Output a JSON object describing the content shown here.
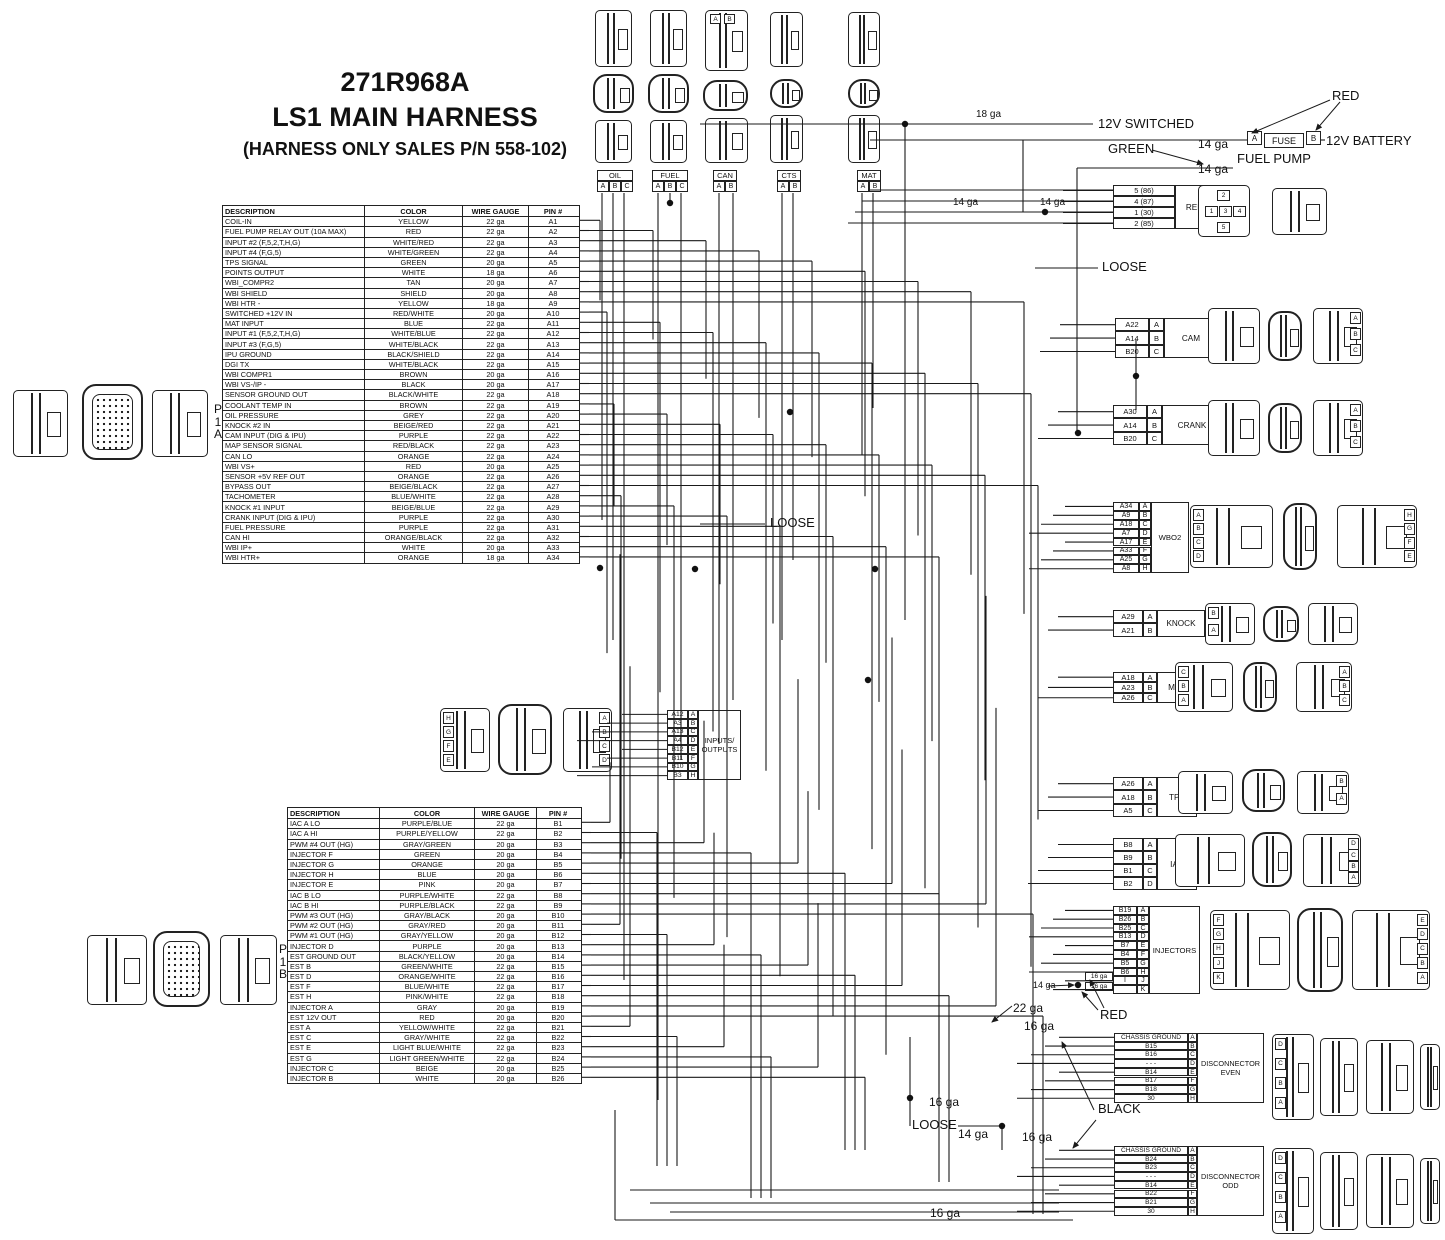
{
  "title": {
    "part_number": "271R968A",
    "name": "LS1 MAIN HARNESS",
    "subtitle": "(HARNESS ONLY SALES P/N 558-102)"
  },
  "labels": {
    "v12_switched": "12V SWITCHED",
    "v12_battery": "12V BATTERY",
    "fuel_pump": "FUEL PUMP",
    "loose": "LOOSE",
    "red": "RED",
    "green": "GREEN",
    "black": "BLACK",
    "fuse": "FUSE",
    "fuse_a": "A",
    "fuse_b": "B",
    "p1a": "P\n1\nA",
    "p1b": "P\n1\nB"
  },
  "gauges": {
    "g14": "14 ga",
    "g16": "16 ga",
    "g18": "18 ga",
    "g22": "22 ga"
  },
  "table_headers": [
    "DESCRIPTION",
    "COLOR",
    "WIRE GAUGE",
    "PIN #"
  ],
  "table_a": {
    "rows": [
      [
        "COIL-IN",
        "YELLOW",
        "22 ga",
        "A1"
      ],
      [
        "FUEL PUMP RELAY OUT (10A MAX)",
        "RED",
        "22 ga",
        "A2"
      ],
      [
        "INPUT #2 (F,5,2,T,H,G)",
        "WHITE/RED",
        "22 ga",
        "A3"
      ],
      [
        "INPUT #4 (F,G,5)",
        "WHITE/GREEN",
        "22 ga",
        "A4"
      ],
      [
        "TPS SIGNAL",
        "GREEN",
        "20 ga",
        "A5"
      ],
      [
        "POINTS OUTPUT",
        "WHITE",
        "18 ga",
        "A6"
      ],
      [
        "WBI_COMPR2",
        "TAN",
        "20 ga",
        "A7"
      ],
      [
        "WBI SHIELD",
        "SHIELD",
        "20 ga",
        "A8"
      ],
      [
        "WBI HTR -",
        "YELLOW",
        "18 ga",
        "A9"
      ],
      [
        "SWITCHED +12V IN",
        "RED/WHITE",
        "20 ga",
        "A10"
      ],
      [
        "MAT INPUT",
        "BLUE",
        "22 ga",
        "A11"
      ],
      [
        "INPUT #1 (F,5,2,T,H,G)",
        "WHITE/BLUE",
        "22 ga",
        "A12"
      ],
      [
        "INPUT #3 (F,G,5)",
        "WHITE/BLACK",
        "22 ga",
        "A13"
      ],
      [
        "IPU GROUND",
        "BLACK/SHIELD",
        "22 ga",
        "A14"
      ],
      [
        "DGI TX",
        "WHITE/BLACK",
        "22 ga",
        "A15"
      ],
      [
        "WBI COMPR1",
        "BROWN",
        "20 ga",
        "A16"
      ],
      [
        "WBI VS-/IP -",
        "BLACK",
        "20 ga",
        "A17"
      ],
      [
        "SENSOR GROUND OUT",
        "BLACK/WHITE",
        "22 ga",
        "A18"
      ],
      [
        "COOLANT TEMP IN",
        "BROWN",
        "22 ga",
        "A19"
      ],
      [
        "OIL PRESSURE",
        "GREY",
        "22 ga",
        "A20"
      ],
      [
        "KNOCK #2 IN",
        "BEIGE/RED",
        "22 ga",
        "A21"
      ],
      [
        "CAM INPUT (DIG & IPU)",
        "PURPLE",
        "22 ga",
        "A22"
      ],
      [
        "MAP SENSOR SIGNAL",
        "RED/BLACK",
        "22 ga",
        "A23"
      ],
      [
        "CAN LO",
        "ORANGE",
        "22 ga",
        "A24"
      ],
      [
        "WBI VS+",
        "RED",
        "20 ga",
        "A25"
      ],
      [
        "SENSOR +5V REF OUT",
        "ORANGE",
        "22 ga",
        "A26"
      ],
      [
        "BYPASS OUT",
        "BEIGE/BLACK",
        "22 ga",
        "A27"
      ],
      [
        "TACHOMETER",
        "BLUE/WHITE",
        "22 ga",
        "A28"
      ],
      [
        "KNOCK #1 INPUT",
        "BEIGE/BLUE",
        "22 ga",
        "A29"
      ],
      [
        "CRANK INPUT (DIG & IPU)",
        "PURPLE",
        "22 ga",
        "A30"
      ],
      [
        "FUEL PRESSURE",
        "PURPLE",
        "22 ga",
        "A31"
      ],
      [
        "CAN HI",
        "ORANGE/BLACK",
        "22 ga",
        "A32"
      ],
      [
        "WBI IP+",
        "WHITE",
        "20 ga",
        "A33"
      ],
      [
        "WBI HTR+",
        "ORANGE",
        "18 ga",
        "A34"
      ]
    ]
  },
  "table_b": {
    "rows": [
      [
        "IAC A LO",
        "PURPLE/BLUE",
        "22 ga",
        "B1"
      ],
      [
        "IAC A HI",
        "PURPLE/YELLOW",
        "22 ga",
        "B2"
      ],
      [
        "PWM #4 OUT (HG)",
        "GRAY/GREEN",
        "20 ga",
        "B3"
      ],
      [
        "INJECTOR F",
        "GREEN",
        "20 ga",
        "B4"
      ],
      [
        "INJECTOR G",
        "ORANGE",
        "20 ga",
        "B5"
      ],
      [
        "INJECTOR H",
        "BLUE",
        "20 ga",
        "B6"
      ],
      [
        "INJECTOR E",
        "PINK",
        "20 ga",
        "B7"
      ],
      [
        "IAC B LO",
        "PURPLE/WHITE",
        "22 ga",
        "B8"
      ],
      [
        "IAC B HI",
        "PURPLE/BLACK",
        "22 ga",
        "B9"
      ],
      [
        "PWM #3 OUT (HG)",
        "GRAY/BLACK",
        "20 ga",
        "B10"
      ],
      [
        "PWM #2 OUT (HG)",
        "GRAY/RED",
        "20 ga",
        "B11"
      ],
      [
        "PWM #1 OUT (HG)",
        "GRAY/YELLOW",
        "20 ga",
        "B12"
      ],
      [
        "INJECTOR D",
        "PURPLE",
        "20 ga",
        "B13"
      ],
      [
        "EST GROUND OUT",
        "BLACK/YELLOW",
        "20 ga",
        "B14"
      ],
      [
        "EST B",
        "GREEN/WHITE",
        "22 ga",
        "B15"
      ],
      [
        "EST D",
        "ORANGE/WHITE",
        "22 ga",
        "B16"
      ],
      [
        "EST F",
        "BLUE/WHITE",
        "22 ga",
        "B17"
      ],
      [
        "EST H",
        "PINK/WHITE",
        "22 ga",
        "B18"
      ],
      [
        "INJECTOR A",
        "GRAY",
        "20 ga",
        "B19"
      ],
      [
        "EST 12V OUT",
        "RED",
        "20 ga",
        "B20"
      ],
      [
        "EST A",
        "YELLOW/WHITE",
        "22 ga",
        "B21"
      ],
      [
        "EST C",
        "GRAY/WHITE",
        "22 ga",
        "B22"
      ],
      [
        "EST E",
        "LIGHT BLUE/WHITE",
        "22 ga",
        "B23"
      ],
      [
        "EST G",
        "LIGHT GREEN/WHITE",
        "22 ga",
        "B24"
      ],
      [
        "INJECTOR C",
        "BEIGE",
        "20 ga",
        "B25"
      ],
      [
        "INJECTOR B",
        "WHITE",
        "20 ga",
        "B26"
      ]
    ]
  },
  "top_connectors": [
    {
      "label": "OIL",
      "pins": [
        "A",
        "B",
        "C"
      ]
    },
    {
      "label": "FUEL",
      "pins": [
        "A",
        "B",
        "C"
      ]
    },
    {
      "label": "CAN",
      "pins": [
        "A",
        "B"
      ]
    },
    {
      "label": "CTS",
      "pins": [
        "A",
        "B"
      ]
    },
    {
      "label": "MAT",
      "pins": [
        "A",
        "B"
      ]
    }
  ],
  "blocks": {
    "relay": {
      "label": "RELAY",
      "rows": [
        [
          "5 (86)",
          ""
        ],
        [
          "4 (87)",
          ""
        ],
        [
          "1 (30)",
          ""
        ],
        [
          "2 (85)",
          ""
        ]
      ]
    },
    "cam": {
      "label": "CAM",
      "rows": [
        [
          "A22",
          "A"
        ],
        [
          "A14",
          "B"
        ],
        [
          "B20",
          "C"
        ]
      ]
    },
    "crank": {
      "label": "CRANK",
      "rows": [
        [
          "A30",
          "A"
        ],
        [
          "A14",
          "B"
        ],
        [
          "B20",
          "C"
        ]
      ]
    },
    "wbo2": {
      "label": "WBO2",
      "rows": [
        [
          "A34",
          "A"
        ],
        [
          "A9",
          "B"
        ],
        [
          "A18",
          "C"
        ],
        [
          "A7",
          "D"
        ],
        [
          "A17",
          "E"
        ],
        [
          "A33",
          "F"
        ],
        [
          "A25",
          "G"
        ],
        [
          "A8",
          "H"
        ]
      ]
    },
    "knock": {
      "label": "KNOCK",
      "rows": [
        [
          "A29",
          "A"
        ],
        [
          "A21",
          "B"
        ]
      ]
    },
    "map": {
      "label": "MAP",
      "rows": [
        [
          "A18",
          "A"
        ],
        [
          "A23",
          "B"
        ],
        [
          "A26",
          "C"
        ]
      ]
    },
    "tps": {
      "label": "TPS",
      "rows": [
        [
          "A26",
          "A"
        ],
        [
          "A18",
          "B"
        ],
        [
          "A5",
          "C"
        ]
      ]
    },
    "iac": {
      "label": "IAC",
      "rows": [
        [
          "B8",
          "A"
        ],
        [
          "B9",
          "B"
        ],
        [
          "B1",
          "C"
        ],
        [
          "B2",
          "D"
        ]
      ]
    },
    "injectors": {
      "label": "INJECTORS",
      "rows": [
        [
          "B19",
          "A"
        ],
        [
          "B26",
          "B"
        ],
        [
          "B25",
          "C"
        ],
        [
          "B13",
          "D"
        ],
        [
          "B7",
          "E"
        ],
        [
          "B4",
          "F"
        ],
        [
          "B5",
          "G"
        ],
        [
          "B6",
          "H"
        ],
        [
          "I",
          "J"
        ],
        [
          "",
          "K"
        ]
      ]
    },
    "disc_even": {
      "label": "DISCONNECTOR\nEVEN",
      "rows": [
        [
          "CHASSIS GROUND",
          "A"
        ],
        [
          "B15",
          "B"
        ],
        [
          "B16",
          "C"
        ],
        [
          "- - -",
          "D"
        ],
        [
          "B14",
          "E"
        ],
        [
          "B17",
          "F"
        ],
        [
          "B18",
          "G"
        ],
        [
          "30",
          "H"
        ]
      ]
    },
    "disc_odd": {
      "label": "DISCONNECTOR\nODD",
      "rows": [
        [
          "CHASSIS GROUND",
          "A"
        ],
        [
          "B24",
          "B"
        ],
        [
          "B23",
          "C"
        ],
        [
          "- - -",
          "D"
        ],
        [
          "B14",
          "E"
        ],
        [
          "B22",
          "F"
        ],
        [
          "B21",
          "G"
        ],
        [
          "30",
          "H"
        ]
      ]
    },
    "io": {
      "label": "INPUTS/\nOUTPUTS",
      "rows": [
        [
          "A12",
          "A"
        ],
        [
          "A3",
          "B"
        ],
        [
          "A13",
          "C"
        ],
        [
          "A4",
          "D"
        ],
        [
          "B12",
          "E"
        ],
        [
          "B11",
          "F"
        ],
        [
          "B10",
          "G"
        ],
        [
          "B3",
          "H"
        ]
      ]
    }
  },
  "connector_letters": {
    "abc": [
      "A",
      "B",
      "C"
    ],
    "ba": [
      "B",
      "A"
    ],
    "cba": [
      "C",
      "B",
      "A"
    ],
    "dcba": [
      "D",
      "C",
      "B",
      "A"
    ],
    "wbo2_left": [
      "A",
      "B",
      "C",
      "D"
    ],
    "wbo2_right": [
      "H",
      "G",
      "F",
      "E"
    ],
    "inj_left": [
      "F",
      "G",
      "H",
      "J",
      "K"
    ],
    "inj_right": [
      "E",
      "D",
      "C",
      "B",
      "A"
    ],
    "io_left": [
      "H",
      "G",
      "F",
      "E"
    ],
    "io_right": [
      "A",
      "B",
      "C",
      "D"
    ],
    "can_ab": [
      "A",
      "B"
    ]
  },
  "relay_socket_pins": [
    "2",
    "1",
    "3",
    "4",
    "5"
  ]
}
